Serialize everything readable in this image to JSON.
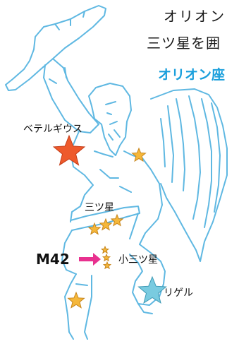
{
  "header": {
    "line1": "オリオン",
    "line2": "三ツ星を囲",
    "title": "オリオン座"
  },
  "labels": {
    "betelgeuse": "ベテルギウス",
    "belt": "三ツ星",
    "m42": "M42",
    "sword": "小三ツ星",
    "rigel": "リゲル"
  },
  "colors": {
    "figure_outline": "#5fb8e2",
    "title": "#1a9fdc",
    "betelgeuse": "#ee5a2c",
    "yellow_star": "#f5b73a",
    "rigel": "#79cbe0",
    "arrow": "#e8318f"
  }
}
